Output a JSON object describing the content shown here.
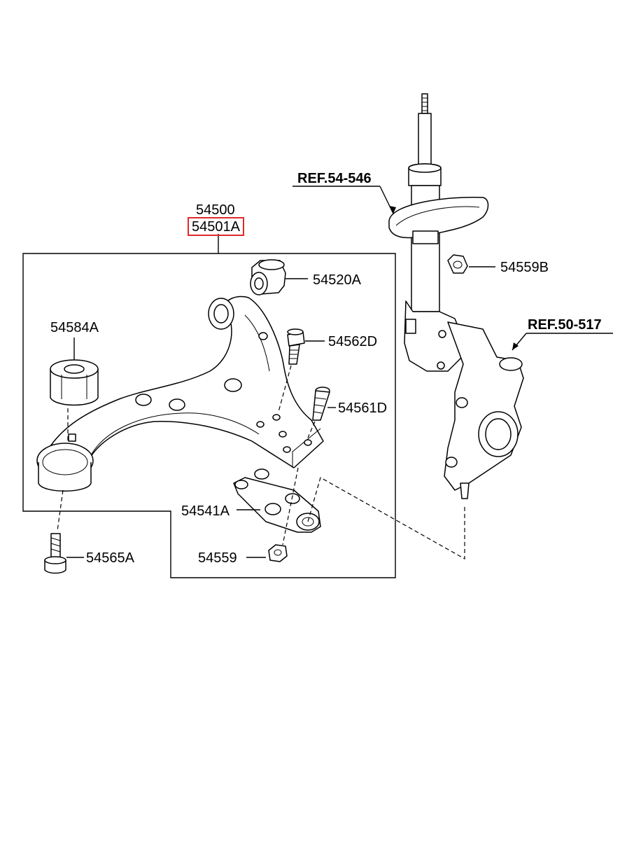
{
  "labels": {
    "p54500": "54500",
    "p54501A": "54501A",
    "p54520A": "54520A",
    "p54584A": "54584A",
    "p54562D": "54562D",
    "p54561D": "54561D",
    "p54541A": "54541A",
    "p54559": "54559",
    "p54565A": "54565A",
    "p54559B": "54559B",
    "ref54546": "REF.54-546",
    "ref50517": "REF.50-517"
  },
  "highlight_color": "#e0292b",
  "highlighted_part": "54501A"
}
